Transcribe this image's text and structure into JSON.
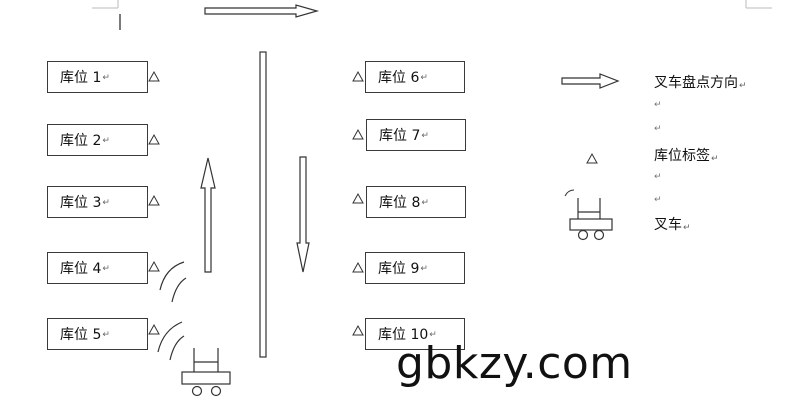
{
  "slots_left": [
    {
      "label": "库位 1",
      "mark": "↵"
    },
    {
      "label": "库位 2",
      "mark": "↵"
    },
    {
      "label": "库位 3",
      "mark": "↵"
    },
    {
      "label": "库位 4",
      "mark": "↵"
    },
    {
      "label": "库位 5",
      "mark": "↵"
    }
  ],
  "slots_right": [
    {
      "label": "库位 6",
      "mark": "↵"
    },
    {
      "label": "库位 7",
      "mark": "↵"
    },
    {
      "label": "库位 8",
      "mark": "↵"
    },
    {
      "label": "库位 9",
      "mark": "↵"
    },
    {
      "label": "库位 10",
      "mark": "↵"
    }
  ],
  "legend": {
    "direction_label": "叉车盘点方向",
    "tag_label": "库位标签",
    "forklift_label": "叉车",
    "mark": "↵"
  },
  "paragraph_mark": "↵",
  "watermark": "gbkzy.com"
}
